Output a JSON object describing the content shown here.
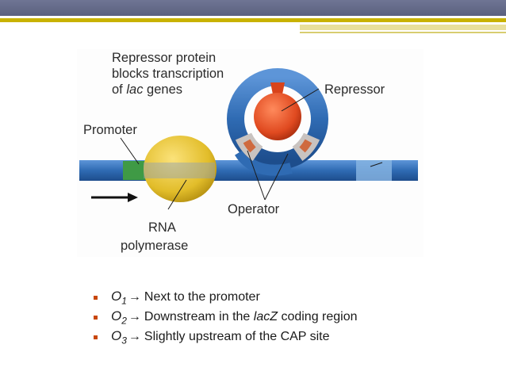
{
  "figure": {
    "caption_lines": [
      "Repressor protein",
      "blocks transcription",
      "of "
    ],
    "caption_italic": "lac",
    "caption_tail": " genes",
    "repressor_label": "Repressor",
    "promoter_label": "Promoter",
    "operator_label": "Operator",
    "rna_label_line1": "RNA",
    "rna_label_line2": "polymerase"
  },
  "bullets": [
    {
      "op": "O",
      "sub": "1",
      "arrow": "→",
      "text_before": "Next to the promoter",
      "italic": "",
      "text_after": ""
    },
    {
      "op": "O",
      "sub": "2",
      "arrow": "→",
      "text_before": "Downstream in the ",
      "italic": "lacZ",
      "text_after": " coding region"
    },
    {
      "op": "O",
      "sub": "3",
      "arrow": "→",
      "text_before": "Slightly upstream of the CAP site",
      "italic": "",
      "text_after": ""
    }
  ],
  "colors": {
    "dna": "#2f6bb3",
    "repressor": "#e04a20",
    "polymerase": "#e3c23a",
    "promoter": "#3f9a45",
    "accent_gold": "#c9b200",
    "header": "#5f6585"
  }
}
